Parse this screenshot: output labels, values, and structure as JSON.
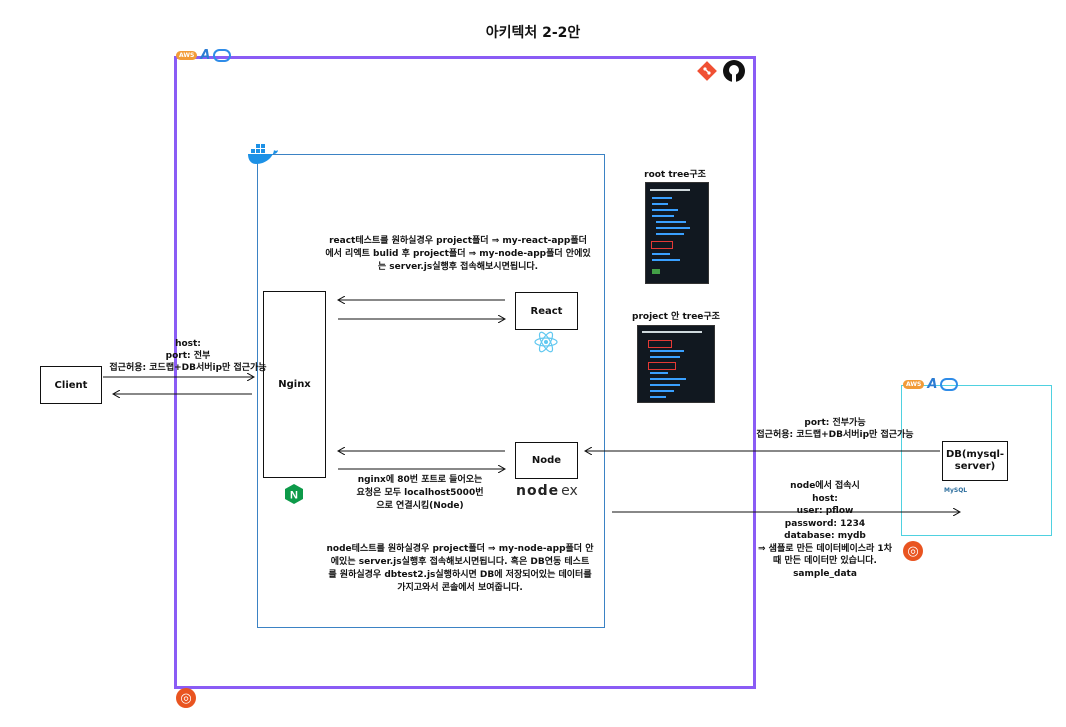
{
  "title": "아키텍처 2-2안",
  "nodes": {
    "client": "Client",
    "nginx": "Nginx",
    "react": "React",
    "node": "Node",
    "db": "DB(mysql-\nserver)"
  },
  "notes": {
    "react_test": "react테스트를 원하실경우 project폴더 ⇒ my-react-app폴더\n에서 리엑트 bulid 후 project폴더 ⇒ my-node-app폴더 안에있\n는 server.js실행후 접속해보시면됩니다.",
    "nginx_port": "nginx에 80번 포트로 들어오는\n요청은 모두 localhost5000번\n으로 연결시킴(Node)",
    "node_test": "node테스트를 원하실경우 project폴더 ⇒ my-node-app폴더 안\n에있는 server.js실행후 접속해보시면됩니다. 혹은 DB연동 테스트\n를 원하실경우 dbtest2.js실행하시면 DB에 저장되어있는 데이터를\n가지고와서 콘솔에서 보여줍니다.",
    "host": "host:\nport: 전부\n접근허용: 코드랩+DB서버ip만 접근가능",
    "db_port": "port: 전부가능\n접근허용: 코드랩+DB서버ip만 접근가능",
    "node_conn": "node에서 접속시\nhost:\nuser: pflow\npassword: 1234\ndatabase: mydb\n⇒ 샘플로 만든 데이터베이스라 1차\n때 만든 데이터만 있습니다.\nsample_data"
  },
  "captions": {
    "root_tree": "root tree구조",
    "project_tree": "project 안 tree구조"
  },
  "logos": {
    "aws": "AWS",
    "nodeex_node": "node",
    "nodeex_ex": "ex",
    "mysql": "MySQL",
    "nginx_letter": "N"
  },
  "colors": {
    "outer_frame": "#8a5cf5",
    "docker_frame": "#3b82c4",
    "db_frame": "#4fd1e0",
    "ubuntu": "#e95420",
    "git": "#f05033"
  }
}
